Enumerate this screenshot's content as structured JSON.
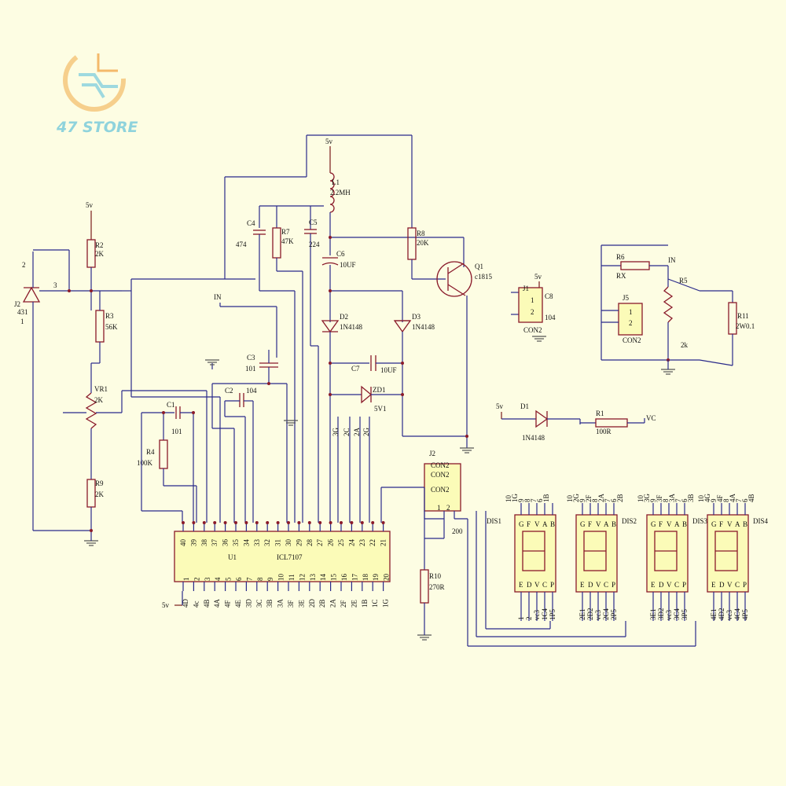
{
  "brand": {
    "name": "47 STORE"
  },
  "supply": {
    "vcc": "5v"
  },
  "ic": {
    "ref": "U1",
    "part": "ICL7107"
  },
  "left": {
    "r2": {
      "ref": "R2",
      "val": "2K"
    },
    "r3": {
      "ref": "R3",
      "val": "56K"
    },
    "vr1": {
      "ref": "VR1",
      "val": "2K"
    },
    "r9": {
      "ref": "R9",
      "val": "2K"
    },
    "ref_ic": {
      "ref": "J2",
      "part": "431",
      "pin1": "1",
      "pin2": "2",
      "pin3": "3"
    }
  },
  "mid": {
    "c4": {
      "ref": "C4",
      "val": "474"
    },
    "r7": {
      "ref": "R7",
      "val": "47K"
    },
    "c5": {
      "ref": "C5",
      "val": "224"
    },
    "c3": {
      "ref": "C3",
      "val": "101"
    },
    "c2": {
      "ref": "C2",
      "val": "104"
    },
    "c1": {
      "ref": "C1",
      "val": "101"
    },
    "r4": {
      "ref": "R4",
      "val": "100K"
    },
    "in": "IN"
  },
  "osc": {
    "l1": {
      "ref": "L1",
      "val": "2.2MH"
    },
    "r8": {
      "ref": "R8",
      "val": "20K"
    },
    "c6": {
      "ref": "C6",
      "val": "10UF"
    },
    "q1": {
      "ref": "Q1",
      "val": "c1815"
    },
    "d2": {
      "ref": "D2",
      "val": "1N4148"
    },
    "d3": {
      "ref": "D3",
      "val": "1N4148"
    },
    "c7": {
      "ref": "C7",
      "val": "10UF"
    },
    "zd1": {
      "ref": "ZD1",
      "val": "5V1"
    }
  },
  "right": {
    "j1": {
      "ref": "J1",
      "pin1": "1",
      "pin2": "2",
      "label": "CON2"
    },
    "c8": {
      "ref": "C8",
      "val": "104"
    },
    "r6": {
      "ref": "R6",
      "val": "RX"
    },
    "r5": {
      "ref": "R5",
      "val": "2k"
    },
    "j5": {
      "ref": "J5",
      "pin1": "1",
      "pin2": "2",
      "label": "CON2"
    },
    "r11": {
      "ref": "R11",
      "val": "2W0.1"
    },
    "in": "IN",
    "d1": {
      "ref": "D1",
      "val": "1N4148"
    },
    "r1": {
      "ref": "R1",
      "val": "100R"
    },
    "vc": "VC"
  },
  "j2": {
    "ref": "J2",
    "labels": [
      "CON2",
      "CON2",
      "CON2"
    ],
    "pins": [
      "1",
      "2"
    ],
    "r10": {
      "ref": "R10",
      "val": "270R"
    },
    "stub": "200"
  },
  "pins_top": [
    "40",
    "39",
    "38",
    "37",
    "36",
    "35",
    "34",
    "33",
    "32",
    "31",
    "30",
    "29",
    "28",
    "27",
    "26",
    "25",
    "24",
    "23",
    "22",
    "21"
  ],
  "pins_bottom": [
    "1",
    "2",
    "3",
    "4",
    "5",
    "6",
    "7",
    "8",
    "9",
    "10",
    "11",
    "12",
    "13",
    "14",
    "15",
    "16",
    "17",
    "18",
    "19",
    "20"
  ],
  "nets_bottom": [
    "4D",
    "4c",
    "4B",
    "4A",
    "4F",
    "4E",
    "3D",
    "3C",
    "3B",
    "3A",
    "3F",
    "3E",
    "2D",
    "2B",
    "2A",
    "2F",
    "2E",
    "1B",
    "1C",
    "1G"
  ],
  "nets_top": [
    "3G",
    "2C",
    "2A",
    "2G"
  ],
  "displays": [
    {
      "ref": "DIS1",
      "top": [
        "10",
        "1G",
        "9",
        "8",
        "7",
        "6",
        "1B"
      ],
      "bottom": [
        "1",
        "2",
        "vc3",
        "1C4",
        "1P5"
      ]
    },
    {
      "ref": "DIS2",
      "top": [
        "10",
        "2G",
        "9",
        "2F",
        "8",
        "2A",
        "7",
        "6",
        "2B"
      ],
      "bottom": [
        "2E1",
        "2D2",
        "vc3",
        "2C4",
        "2P5"
      ]
    },
    {
      "ref": "DIS3",
      "top": [
        "10",
        "3G",
        "9",
        "3F",
        "8",
        "3A",
        "7",
        "6",
        "3B"
      ],
      "bottom": [
        "3E1",
        "3D2",
        "vc3",
        "3C4",
        "3P5"
      ]
    },
    {
      "ref": "DIS4",
      "top": [
        "10",
        "4G",
        "9",
        "4F",
        "8",
        "4A",
        "7",
        "6",
        "4B"
      ],
      "bottom": [
        "4E1",
        "4D2",
        "vc3",
        "4C4",
        "4P5"
      ]
    }
  ],
  "seg_letters_top": [
    "G",
    "F",
    "V",
    "A",
    "B"
  ],
  "seg_letters_bottom": [
    "E",
    "D",
    "V",
    "C",
    "P"
  ]
}
